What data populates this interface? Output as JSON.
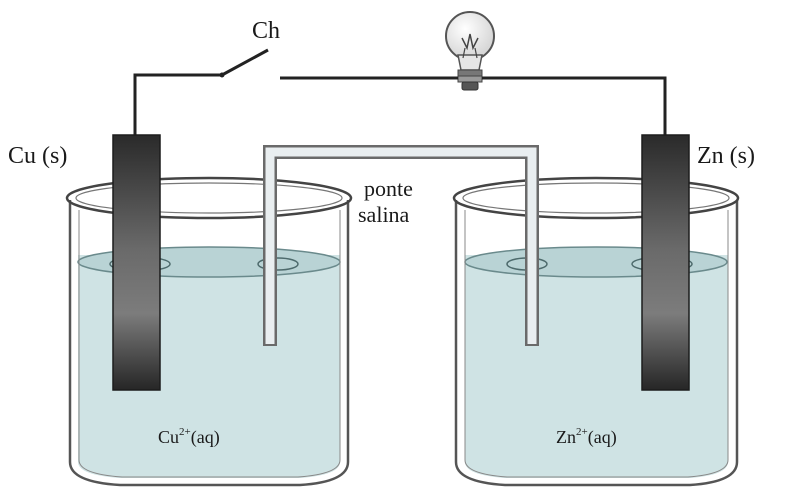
{
  "labels": {
    "switch": "Ch",
    "left_electrode": "Cu (s)",
    "right_electrode": "Zn (s)",
    "salt_bridge_line1": "ponte",
    "salt_bridge_line2": "salina",
    "left_solution_base": "Cu",
    "left_solution_charge": "2+",
    "left_solution_state": "(aq)",
    "right_solution_base": "Zn",
    "right_solution_charge": "2+",
    "right_solution_state": "(aq)"
  },
  "colors": {
    "solution": "#cfe3e4",
    "solution_surface": "#b9d3d5",
    "electrode": "#3a3a3a",
    "wire": "#222222",
    "glass": "#555555"
  },
  "icons": {
    "lamp": "light-bulb-icon",
    "switch": "open-switch-icon"
  }
}
